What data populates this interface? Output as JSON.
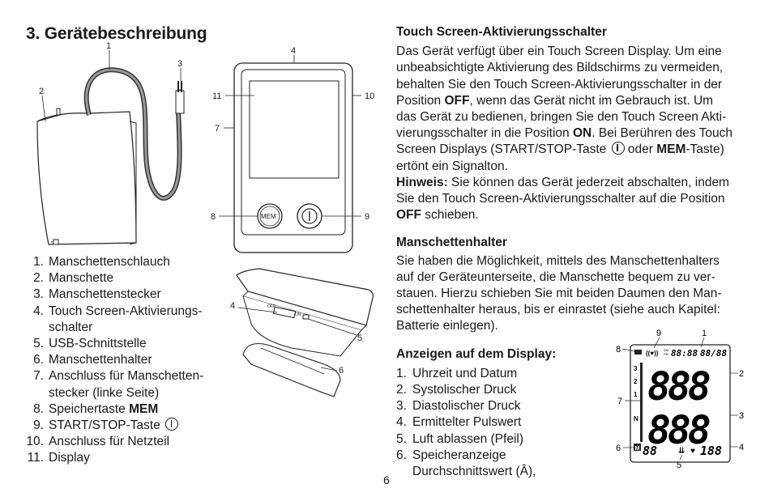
{
  "section_title": "3. Gerätebeschreibung",
  "page_number": "6",
  "diagram_labels": {
    "cuff": {
      "hose": "1",
      "cuff": "2",
      "plug": "3"
    },
    "front": {
      "switch": "4",
      "connector": "7",
      "mem_key": "8",
      "start_key": "9",
      "power": "10",
      "display": "11"
    },
    "button_mem": "MEM",
    "bottom": {
      "switch": "4",
      "usb": "5",
      "holder": "6",
      "off": "OFF",
      "on": "ON"
    }
  },
  "parts_list": [
    {
      "num": "1.",
      "text": "Manschettenschlauch"
    },
    {
      "num": "2.",
      "text": "Manschette"
    },
    {
      "num": "3.",
      "text": "Manschettenstecker"
    },
    {
      "num": "4.",
      "text": "Touch Screen-Aktivierungs-"
    },
    {
      "num": "",
      "text": "schalter"
    },
    {
      "num": "5.",
      "text": "USB-Schnittstelle"
    },
    {
      "num": "6.",
      "text": "Manschettenhalter"
    },
    {
      "num": "7.",
      "text": "Anschluss für Manschetten-"
    },
    {
      "num": "",
      "text": "stecker (linke Seite)"
    },
    {
      "num": "8.",
      "text": "Speichertaste ",
      "bold": "MEM"
    },
    {
      "num": "9.",
      "text": "START/STOP-Taste",
      "icon": true
    },
    {
      "num": "10.",
      "text": "Anschluss für Netzteil"
    },
    {
      "num": "11.",
      "text": "Display"
    }
  ],
  "touch_section": {
    "heading": "Touch Screen-Aktivierungsschalter",
    "p1": "Das Gerät verfügt über ein Touch Screen Display. Um eine",
    "p2": "unbeabsichtigte Aktivierung des Bildschirms zu vermeiden,",
    "p3": "behalten Sie den Touch Screen-Aktivierungsschalter in der",
    "p4a": "Position ",
    "p4b": "OFF",
    "p4c": ", wenn das Gerät nicht im Gebrauch ist. Um",
    "p5": "das Gerät zu bedienen, bringen Sie den Touch Screen Akti-",
    "p6a": "vierungsschalter in die Position ",
    "p6b": "ON",
    "p6c": ". Bei Berühren des Touch",
    "p7a": "Screen Displays (START/STOP-Taste ",
    "p7b": " oder ",
    "p7c": "MEM",
    "p7d": "-Taste)",
    "p8": "ertönt ein Signalton.",
    "hint_label": "Hinweis:",
    "hint1": " Sie können das Gerät jederzeit abschalten, indem",
    "hint2": "Sie den Touch Screen-Aktivierungsschalter auf die Position",
    "hint3a": "OFF",
    "hint3b": " schieben."
  },
  "holder_section": {
    "heading": "Manschettenhalter",
    "l1": "Sie haben die Möglichkeit, mittels des Manschettenhalters",
    "l2": "auf der Geräteunterseite, die Manschette bequem zu ver-",
    "l3": "stauen. Hierzu schieben Sie mit beiden Daumen den Man-",
    "l4": "schettenhalter heraus, bis er einrastet (siehe auch Kapitel:",
    "l5": "Batterie einlegen)."
  },
  "display_section": {
    "heading": "Anzeigen auf dem Display:",
    "items": [
      {
        "num": "1.",
        "text": "Uhrzeit und Datum"
      },
      {
        "num": "2.",
        "text": "Systolischer Druck"
      },
      {
        "num": "3.",
        "text": "Diastolischer Druck"
      },
      {
        "num": "4.",
        "text": "Ermittelter Pulswert"
      },
      {
        "num": "5.",
        "text": "Luft ablassen (Pfeil)"
      },
      {
        "num": "6.",
        "text": "Speicheranzeige"
      },
      {
        "num": "",
        "text": "Durchschnittswert (Ā),"
      }
    ]
  },
  "lcd": {
    "callouts": {
      "c1": "1",
      "c2": "2",
      "c3": "3",
      "c4": "4",
      "c5": "5",
      "c6": "6",
      "c7": "7",
      "c8": "8",
      "c9": "9"
    },
    "clock": "88:88",
    "date": "88/88",
    "systolic": "888",
    "diastolic": "888",
    "pulse": "188",
    "memory": "88",
    "mem_icon": "M",
    "scale": [
      "3",
      "2",
      "1",
      "N"
    ],
    "am": "AM",
    "pm": "PM"
  }
}
